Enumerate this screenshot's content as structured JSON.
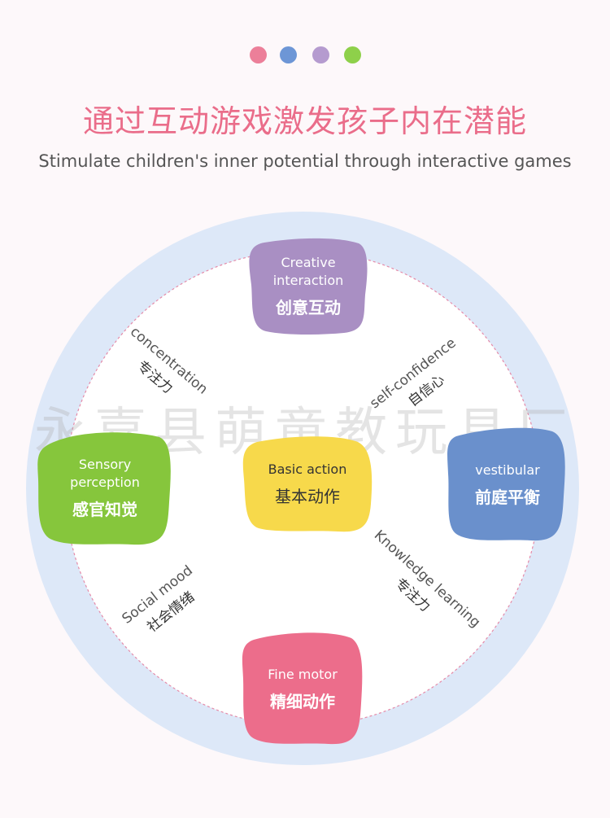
{
  "header": {
    "dots": [
      {
        "name": "pink-dot",
        "color": "#ec7f99"
      },
      {
        "name": "blue-dot",
        "color": "#6d96d6"
      },
      {
        "name": "purple-dot",
        "color": "#b59bcf"
      },
      {
        "name": "green-dot",
        "color": "#8ed04a"
      }
    ],
    "title": "通过互动游戏激发孩子内在潜能",
    "subtitle": "Stimulate children's inner potential through interactive games"
  },
  "watermark": "永嘉县萌童教玩具厂",
  "nodes": {
    "creative": {
      "en1": "Creative",
      "en2": "interaction",
      "cn": "创意互动",
      "color": "#a98fc3"
    },
    "sensory": {
      "en1": "Sensory",
      "en2": "perception",
      "cn": "感官知觉",
      "color": "#86c63c"
    },
    "basic": {
      "en": "Basic action",
      "cn": "基本动作",
      "color": "#f7d94b"
    },
    "vestibular": {
      "en": "vestibular",
      "cn": "前庭平衡",
      "color": "#6a90cc"
    },
    "fine": {
      "en": "Fine motor",
      "cn": "精细动作",
      "color": "#ec6d8b"
    }
  },
  "links": {
    "concentration": {
      "en": "concentration",
      "cn": "专注力"
    },
    "confidence": {
      "en": "self-confidence",
      "cn": "自信心"
    },
    "social": {
      "en": "Social mood",
      "cn": "社会情绪"
    },
    "knowledge": {
      "en": "Knowledge learning",
      "cn": "专注力"
    }
  },
  "colors": {
    "ring": "#dde8f8",
    "inner": "#ffffff",
    "dashed": "#e58aa8"
  }
}
